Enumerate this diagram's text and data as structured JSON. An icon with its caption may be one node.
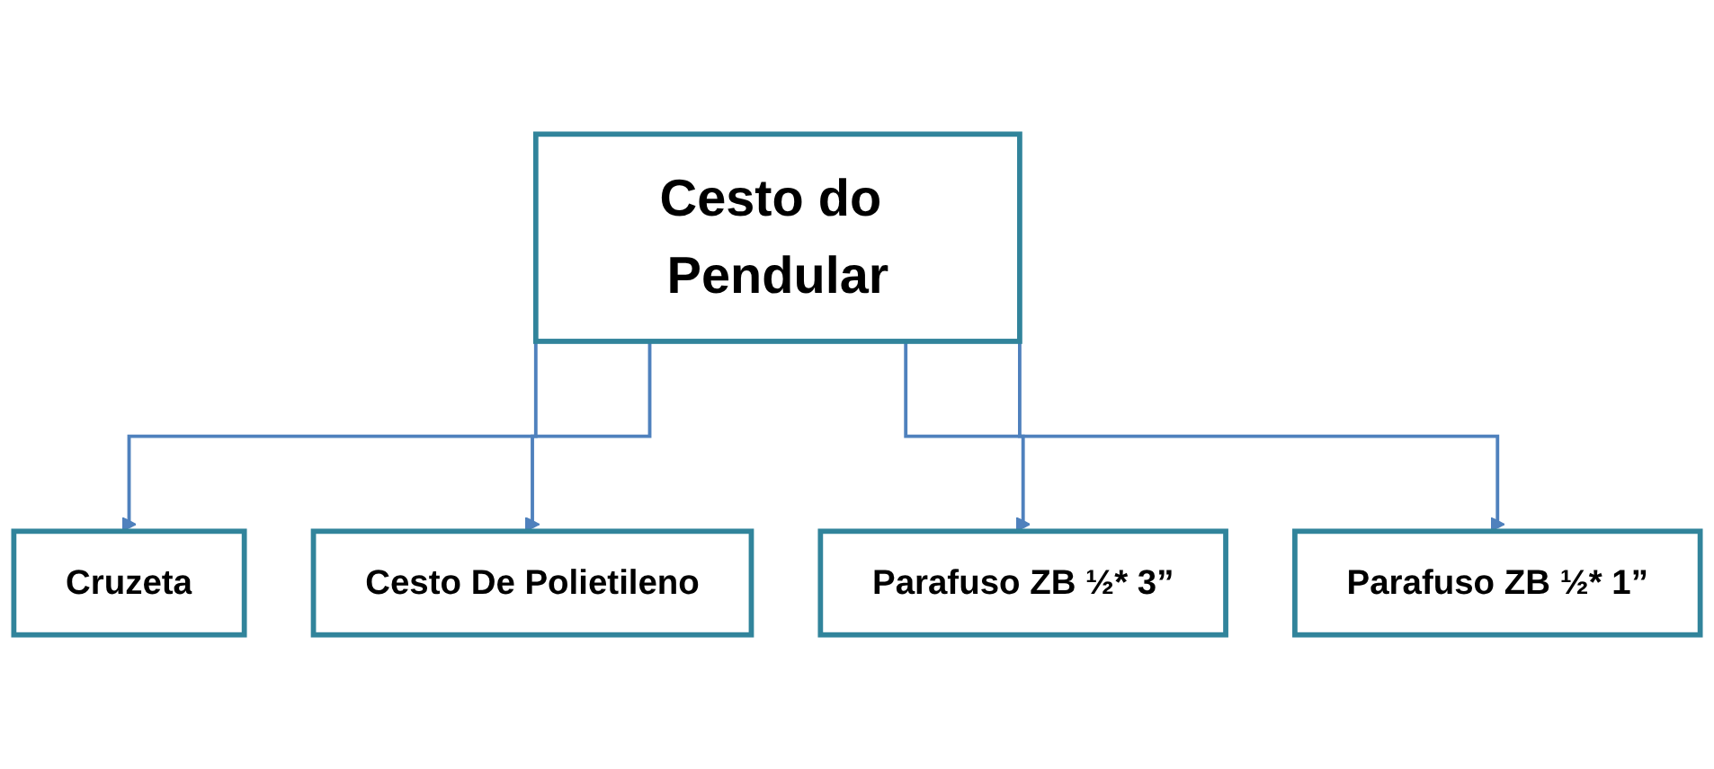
{
  "diagram": {
    "nodes": [
      {
        "text": [
          "Cesto do Pendular"
        ]
      },
      {
        "text": [
          "Cruzeta"
        ]
      },
      {
        "text": [
          "Cesto De Polietileno"
        ]
      },
      {
        "text": [
          "Parafuso ZB ½* 3”"
        ]
      },
      {
        "text": [
          "Parafuso ZB ½* 1”"
        ]
      }
    ],
    "edges": [
      {
        "from": 0,
        "to": 1,
        "arrow": "to"
      },
      {
        "from": 0,
        "to": 2,
        "arrow": "to"
      },
      {
        "from": 0,
        "to": 3,
        "arrow": "to"
      },
      {
        "from": 0,
        "to": 4,
        "arrow": "to"
      }
    ]
  }
}
